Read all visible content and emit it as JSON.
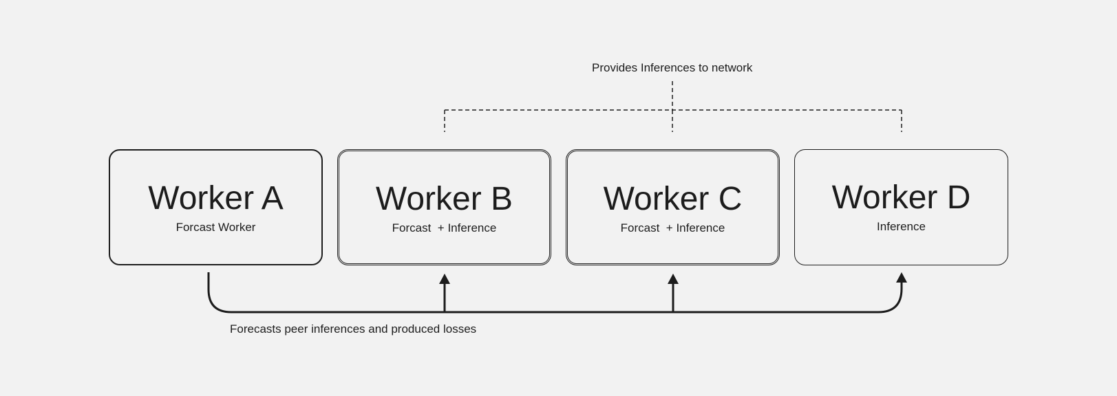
{
  "diagram": {
    "top_label": "Provides Inferences to network",
    "bottom_label": "Forecasts peer inferences and produced losses",
    "workers": [
      {
        "title": "Worker A",
        "subtitle": "Forcast Worker"
      },
      {
        "title": "Worker B",
        "subtitle": "Forcast  + Inference"
      },
      {
        "title": "Worker C",
        "subtitle": "Forcast  + Inference"
      },
      {
        "title": "Worker D",
        "subtitle": "Inference"
      }
    ],
    "colors": {
      "background": "#f2f2f2",
      "stroke": "#1c1c1c"
    }
  }
}
